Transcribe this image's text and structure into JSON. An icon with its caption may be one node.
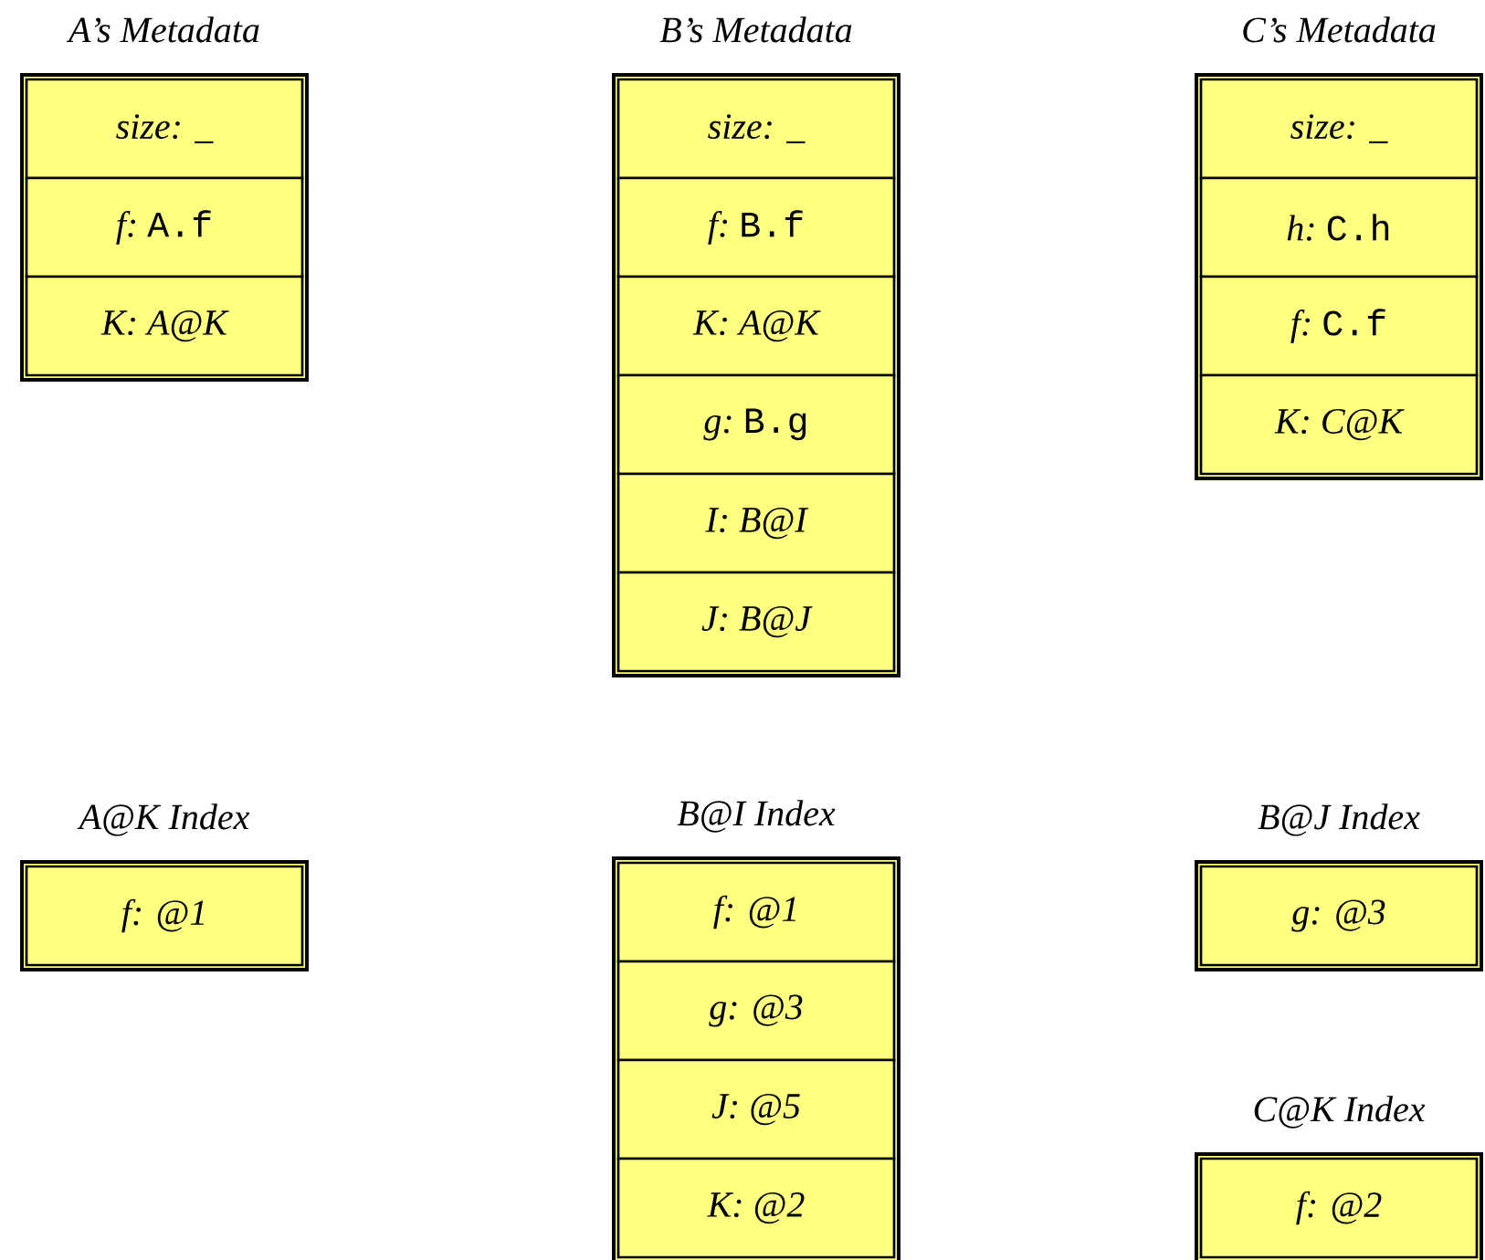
{
  "diagram": {
    "nodes": [
      {
        "text": [
          "A’s Metadata"
        ]
      },
      {
        "text": [
          "size: _"
        ],
        "in": 0
      },
      {
        "text": [
          "f:",
          "A.f"
        ],
        "in": 0
      },
      {
        "text": [
          "K: A@K"
        ],
        "in": 0
      },
      {
        "text": [
          "B’s Metadata"
        ]
      },
      {
        "text": [
          "size: _"
        ],
        "in": 4
      },
      {
        "text": [
          "f:",
          "B.f"
        ],
        "in": 4
      },
      {
        "text": [
          "K: A@K"
        ],
        "in": 4
      },
      {
        "text": [
          "g:",
          "B.g"
        ],
        "in": 4
      },
      {
        "text": [
          "I: B@I"
        ],
        "in": 4
      },
      {
        "text": [
          "J: B@J"
        ],
        "in": 4
      },
      {
        "text": [
          "C’s Metadata"
        ]
      },
      {
        "text": [
          "size: _"
        ],
        "in": 11
      },
      {
        "text": [
          "h:",
          "C.h"
        ],
        "in": 11
      },
      {
        "text": [
          "f:",
          "C.f"
        ],
        "in": 11
      },
      {
        "text": [
          "K: C@K"
        ],
        "in": 11
      },
      {
        "text": [
          "A@K Index"
        ]
      },
      {
        "text": [
          "f: @1"
        ],
        "in": 16
      },
      {
        "text": [
          "B@I Index"
        ]
      },
      {
        "text": [
          "f: @1"
        ],
        "in": 18
      },
      {
        "text": [
          "g: @3"
        ],
        "in": 18
      },
      {
        "text": [
          "J: @5"
        ],
        "in": 18
      },
      {
        "text": [
          "K: @2"
        ],
        "in": 18
      },
      {
        "text": [
          "B@J Index"
        ]
      },
      {
        "text": [
          "g: @3"
        ],
        "in": 23
      },
      {
        "text": [
          "C@K Index"
        ]
      },
      {
        "text": [
          "f: @2"
        ],
        "in": 25
      }
    ]
  }
}
